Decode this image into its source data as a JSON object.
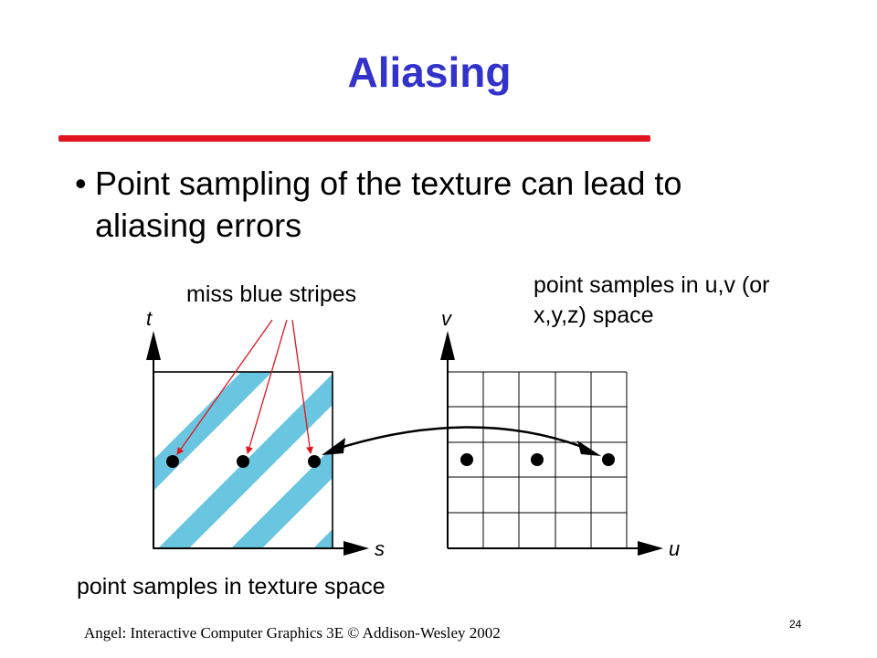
{
  "slide": {
    "title": "Aliasing",
    "bullet_symbol": "•",
    "bullet": "Point sampling of the texture can lead to aliasing errors",
    "label_miss": "miss blue stripes",
    "label_uv": "point samples in u,v (or x,y,z) space",
    "label_texture": "point samples in texture space",
    "footer": "Angel: Interactive Computer Graphics 3E © Addison-Wesley 2002",
    "page_number": "24"
  },
  "diagram": {
    "left_axes": {
      "horizontal": "s",
      "vertical": "t"
    },
    "right_axes": {
      "horizontal": "u",
      "vertical": "v"
    },
    "colors": {
      "stripe": "#6ac6e0",
      "annotation_arrow": "#e0141e",
      "title": "#3333cc",
      "rule": "#e0141e"
    }
  }
}
